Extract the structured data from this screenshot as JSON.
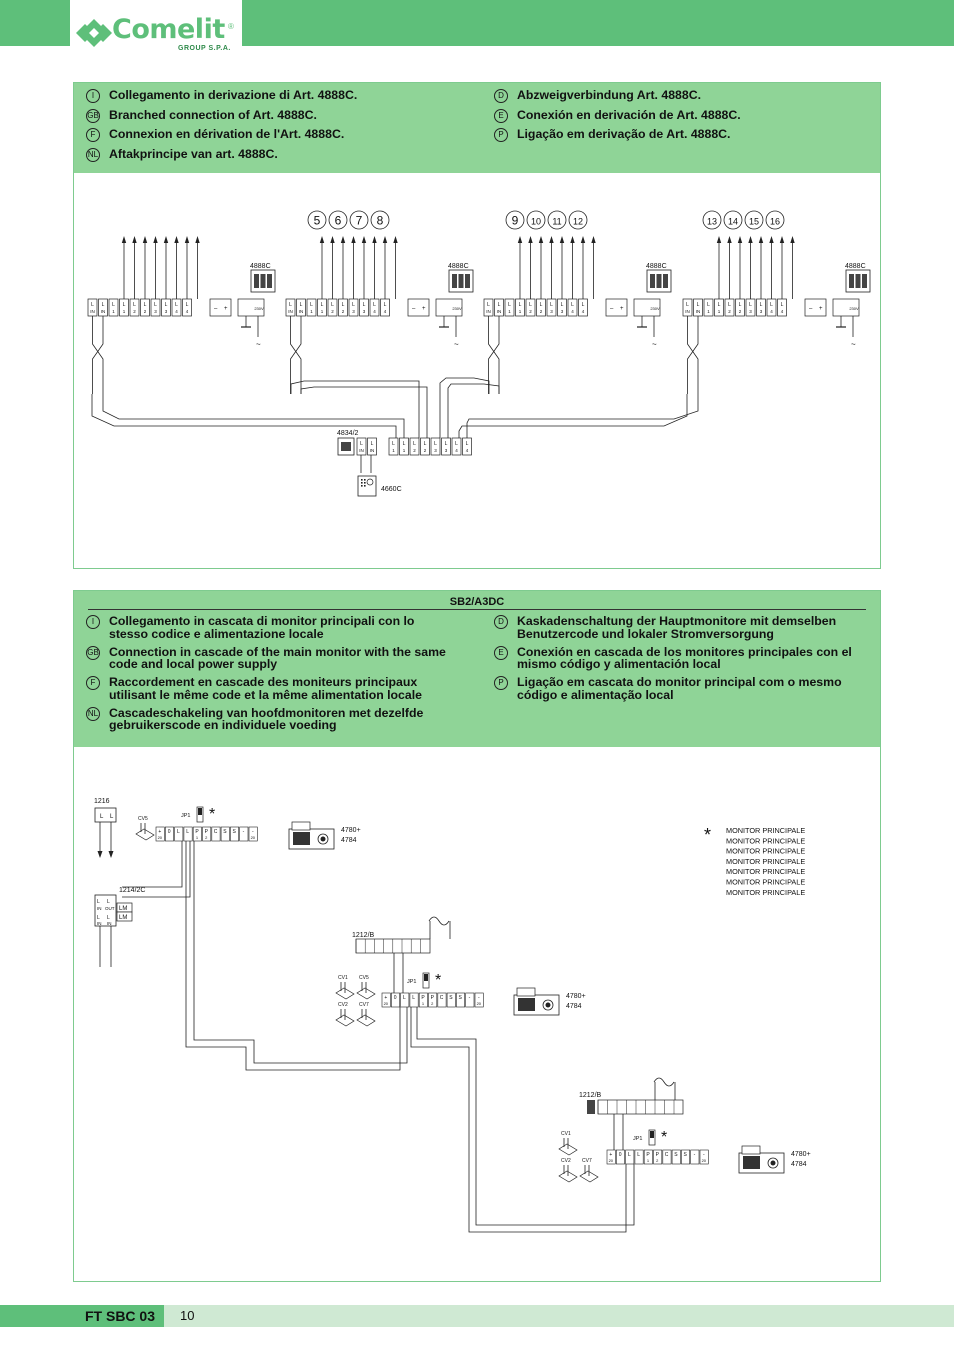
{
  "header": {
    "brand": "Comelit",
    "brand_reg": "®",
    "brand_sub": "GROUP S.P.A."
  },
  "section1": {
    "rows_left": [
      {
        "badge": "I",
        "text": "Collegamento in derivazione di Art. 4888C."
      },
      {
        "badge": "GB",
        "text": "Branched connection of Art. 4888C."
      },
      {
        "badge": "F",
        "text": "Connexion en dérivation de l'Art. 4888C."
      },
      {
        "badge": "NL",
        "text": "Aftakprincipe van art. 4888C."
      }
    ],
    "rows_right": [
      {
        "badge": "D",
        "text": "Abzweigverbindung Art. 4888C."
      },
      {
        "badge": "E",
        "text": "Conexión en derivación de Art. 4888C."
      },
      {
        "badge": "P",
        "text": "Ligação em derivação de Art. 4888C."
      }
    ],
    "diagram": {
      "groups": [
        "5 6 7 8",
        "9 10 11 12",
        "13 14 15 16"
      ],
      "group_numbers": [
        [
          "5",
          "6",
          "7",
          "8"
        ],
        [
          "9",
          "10",
          "11",
          "12"
        ],
        [
          "13",
          "14",
          "15",
          "16"
        ]
      ],
      "device_label": "4888C",
      "distributor_label": "4834/2",
      "entry_label": "4660C",
      "terminal_top": [
        "L",
        "L",
        "L",
        "L",
        "L",
        "L",
        "L",
        "L",
        "L",
        "L"
      ],
      "terminal_bottom": [
        "IN",
        "IN",
        "1",
        "1",
        "2",
        "2",
        "3",
        "3",
        "4",
        "4"
      ],
      "power_label": "230V",
      "ac_symbol": "~"
    }
  },
  "section2": {
    "subheading": "SB2/A3DC",
    "rows_left": [
      {
        "badge": "I",
        "text": "Collegamento in cascata di monitor principali con lo stesso codice e alimentazione locale"
      },
      {
        "badge": "GB",
        "text": "Connection in cascade of the main monitor with the same code and local power supply"
      },
      {
        "badge": "F",
        "text": "Raccordement en cascade des moniteurs principaux utilisant le même code et la même alimentation locale"
      },
      {
        "badge": "NL",
        "text": "Cascadeschakeling van hoofdmonitoren met dezelfde gebruikerscode en individuele voeding"
      }
    ],
    "rows_right": [
      {
        "badge": "D",
        "text": "Kaskadenschaltung der Hauptmonitore mit demselben Benutzercode und lokaler Stromversorgung"
      },
      {
        "badge": "E",
        "text": "Conexión en cascada de los monitores principales con el mismo código y alimentación local"
      },
      {
        "badge": "P",
        "text": "Ligação em cascata do monitor principal com o mesmo código e alimentação local"
      }
    ],
    "diagram": {
      "label_1216": "1216",
      "label_1214": "1214/2C",
      "label_1212": "1212/B",
      "label_jp1": "JP1",
      "label_cv5": "CV5",
      "label_cv1": "CV1",
      "label_cv2": "CV2",
      "label_cv7": "CV7",
      "monitor_label_1": "4780+",
      "monitor_label_2": "4784",
      "star": "*",
      "legend": [
        "MONITOR PRINCIPALE",
        "MONITOR PRINCIPALE",
        "MONITOR PRINCIPALE",
        "MONITOR PRINCIPALE",
        "MONITOR PRINCIPALE",
        "MONITOR PRINCIPALE",
        "MONITOR PRINCIPALE"
      ],
      "lm_labels": [
        "LM",
        "LM"
      ],
      "in_out": [
        "IN",
        "OUT"
      ],
      "term_row": [
        "+",
        "0",
        "L",
        "L",
        "P",
        "P",
        "C",
        "S",
        "S",
        "-",
        "-"
      ],
      "term_row_sub": [
        "20",
        "",
        "",
        "",
        "1",
        "2",
        "",
        "",
        "",
        "",
        "20"
      ]
    }
  },
  "footer": {
    "code": "FT SBC 03",
    "page": "10"
  }
}
